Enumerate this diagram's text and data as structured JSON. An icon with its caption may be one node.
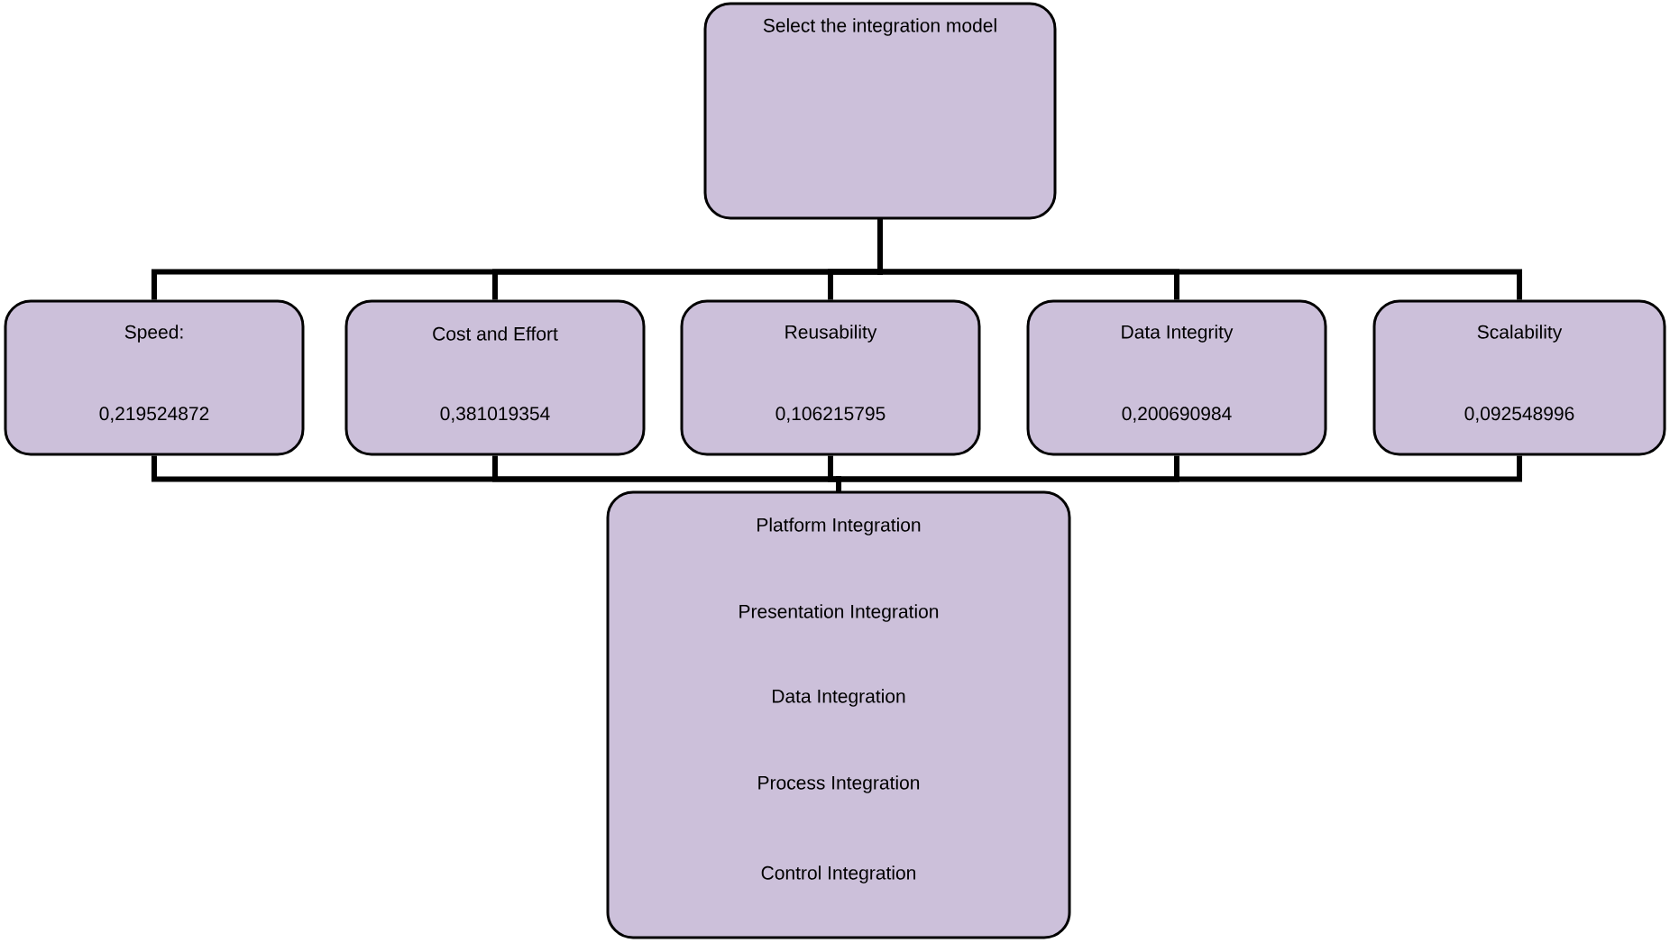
{
  "diagram": {
    "nodes": [
      {
        "text": [
          "Select the integration model"
        ]
      },
      {
        "text": [
          "Speed:",
          "0,219524872"
        ]
      },
      {
        "text": [
          "Cost and Effort",
          "0,381019354"
        ]
      },
      {
        "text": [
          "Reusability",
          "0,106215795"
        ]
      },
      {
        "text": [
          "Data Integrity",
          "0,200690984"
        ]
      },
      {
        "text": [
          "Scalability",
          "0,092548996"
        ]
      },
      {
        "text": [
          "Platform Integration",
          "Presentation Integration",
          "Data Integration",
          "Process Integration",
          "Control Integration"
        ]
      }
    ],
    "edges": [
      {
        "from": 0,
        "to": 1,
        "arrow": "none"
      },
      {
        "from": 0,
        "to": 2,
        "arrow": "none"
      },
      {
        "from": 0,
        "to": 3,
        "arrow": "none"
      },
      {
        "from": 0,
        "to": 4,
        "arrow": "none"
      },
      {
        "from": 0,
        "to": 5,
        "arrow": "none"
      },
      {
        "from": 1,
        "to": 6,
        "arrow": "none"
      },
      {
        "from": 2,
        "to": 6,
        "arrow": "none"
      },
      {
        "from": 3,
        "to": 6,
        "arrow": "none"
      },
      {
        "from": 4,
        "to": 6,
        "arrow": "none"
      },
      {
        "from": 5,
        "to": 6,
        "arrow": "none"
      }
    ]
  }
}
